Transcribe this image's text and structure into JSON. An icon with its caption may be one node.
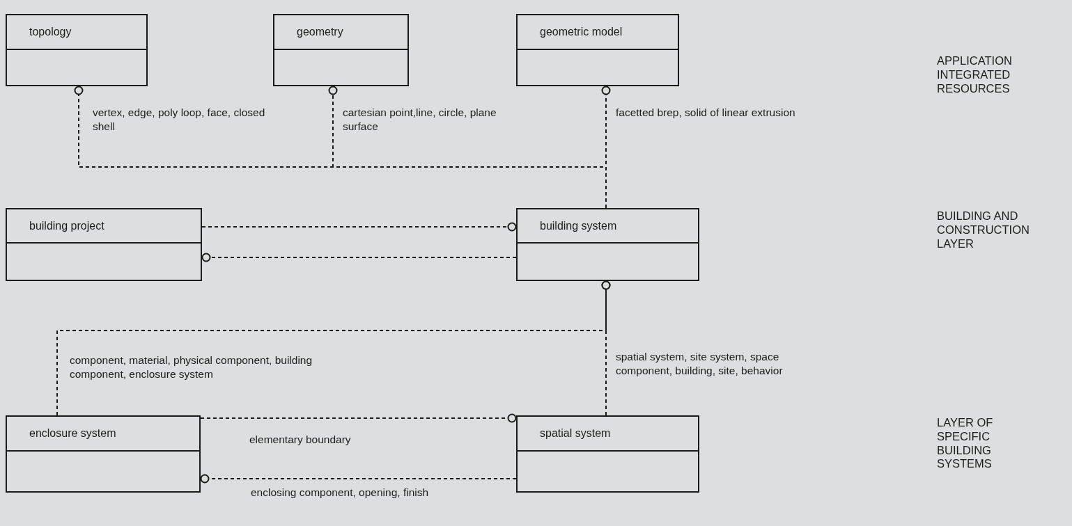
{
  "diagram": {
    "nodes": [
      {
        "text": [
          "topology"
        ]
      },
      {
        "text": [
          "geometry"
        ]
      },
      {
        "text": [
          "geometric model"
        ]
      },
      {
        "text": [
          "building project"
        ]
      },
      {
        "text": [
          "building system"
        ]
      },
      {
        "text": [
          "enclosure system"
        ]
      },
      {
        "text": [
          "spatial system"
        ]
      }
    ],
    "edges": [
      {
        "from": 4,
        "to": 0,
        "arrow": "other",
        "style": "dashed",
        "label": "vertex, edge, poly loop, face, closed shell"
      },
      {
        "from": 4,
        "to": 1,
        "arrow": "other",
        "style": "dashed",
        "label": "cartesian point,line, circle, plane surface"
      },
      {
        "from": 4,
        "to": 2,
        "arrow": "other",
        "style": "dashed",
        "label": "facetted brep, solid of linear extrusion"
      },
      {
        "from": 3,
        "to": 4,
        "arrow": "other",
        "style": "dashed"
      },
      {
        "from": 4,
        "to": 3,
        "arrow": "other",
        "style": "dashed"
      },
      {
        "from": 5,
        "to": 4,
        "arrow": "other",
        "style": "dashed",
        "label": "component, material, physical component, building component, enclosure system"
      },
      {
        "from": 6,
        "to": 4,
        "arrow": "other",
        "style": "dashed",
        "label": "spatial system, site system, space component, building, site, behavior"
      },
      {
        "from": 5,
        "to": 6,
        "arrow": "other",
        "style": "dashed",
        "label": "elementary boundary"
      },
      {
        "from": 6,
        "to": 5,
        "arrow": "other",
        "style": "dashed",
        "label": "enclosing component, opening, finish"
      }
    ],
    "labels": [
      "APPLICATION INTEGRATED RESOURCES",
      "BUILDING AND CONSTRUCTION LAYER",
      "LAYER OF SPECIFIC BUILDING SYSTEMS"
    ]
  }
}
